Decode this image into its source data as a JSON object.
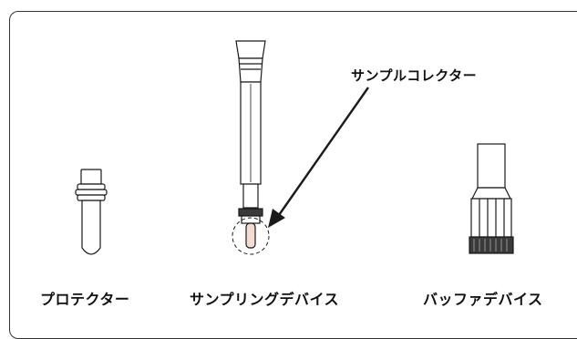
{
  "labels": {
    "sample_collector": "サンプルコレクター",
    "protector": "プロテクター",
    "sampling_device": "サンプリングデバイス",
    "buffer_device": "バッファデバイス"
  },
  "colors": {
    "outline": "#1a1a1a",
    "fill": "#ffffff",
    "tip": "#f2dcd4",
    "dark_band": "#3a3a3a"
  }
}
